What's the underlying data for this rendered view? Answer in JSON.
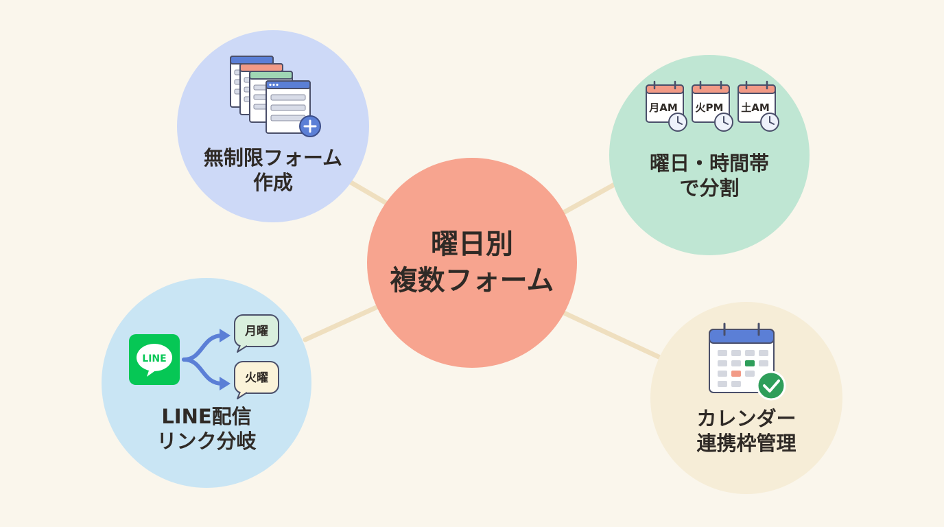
{
  "center": {
    "line1": "曜日別",
    "line2": "複数フォーム"
  },
  "nodes": {
    "forms": {
      "line1": "無制限フォーム",
      "line2": "作成",
      "icon": "stacked-forms-plus-icon"
    },
    "schedule": {
      "line1": "曜日・時間帯",
      "line2": "で分割",
      "calendars": [
        "月AM",
        "火PM",
        "土AM"
      ],
      "icon": "calendar-clock-icon"
    },
    "line": {
      "line1": "LINE配信",
      "line2": "リンク分岐",
      "logo_text": "LINE",
      "branches": [
        "月曜",
        "火曜"
      ]
    },
    "calendar": {
      "line1": "カレンダー",
      "line2": "連携枠管理",
      "icon": "calendar-check-icon"
    }
  },
  "colors": {
    "background": "#faf6ec",
    "center": "#f7a48f",
    "forms": "#cdd9f7",
    "schedule": "#bfe6d3",
    "line": "#c9e5f4",
    "calendar": "#f6edd7",
    "connector": "#efdfbf",
    "line_green": "#06c755",
    "arrow_blue": "#5b7fd6"
  }
}
